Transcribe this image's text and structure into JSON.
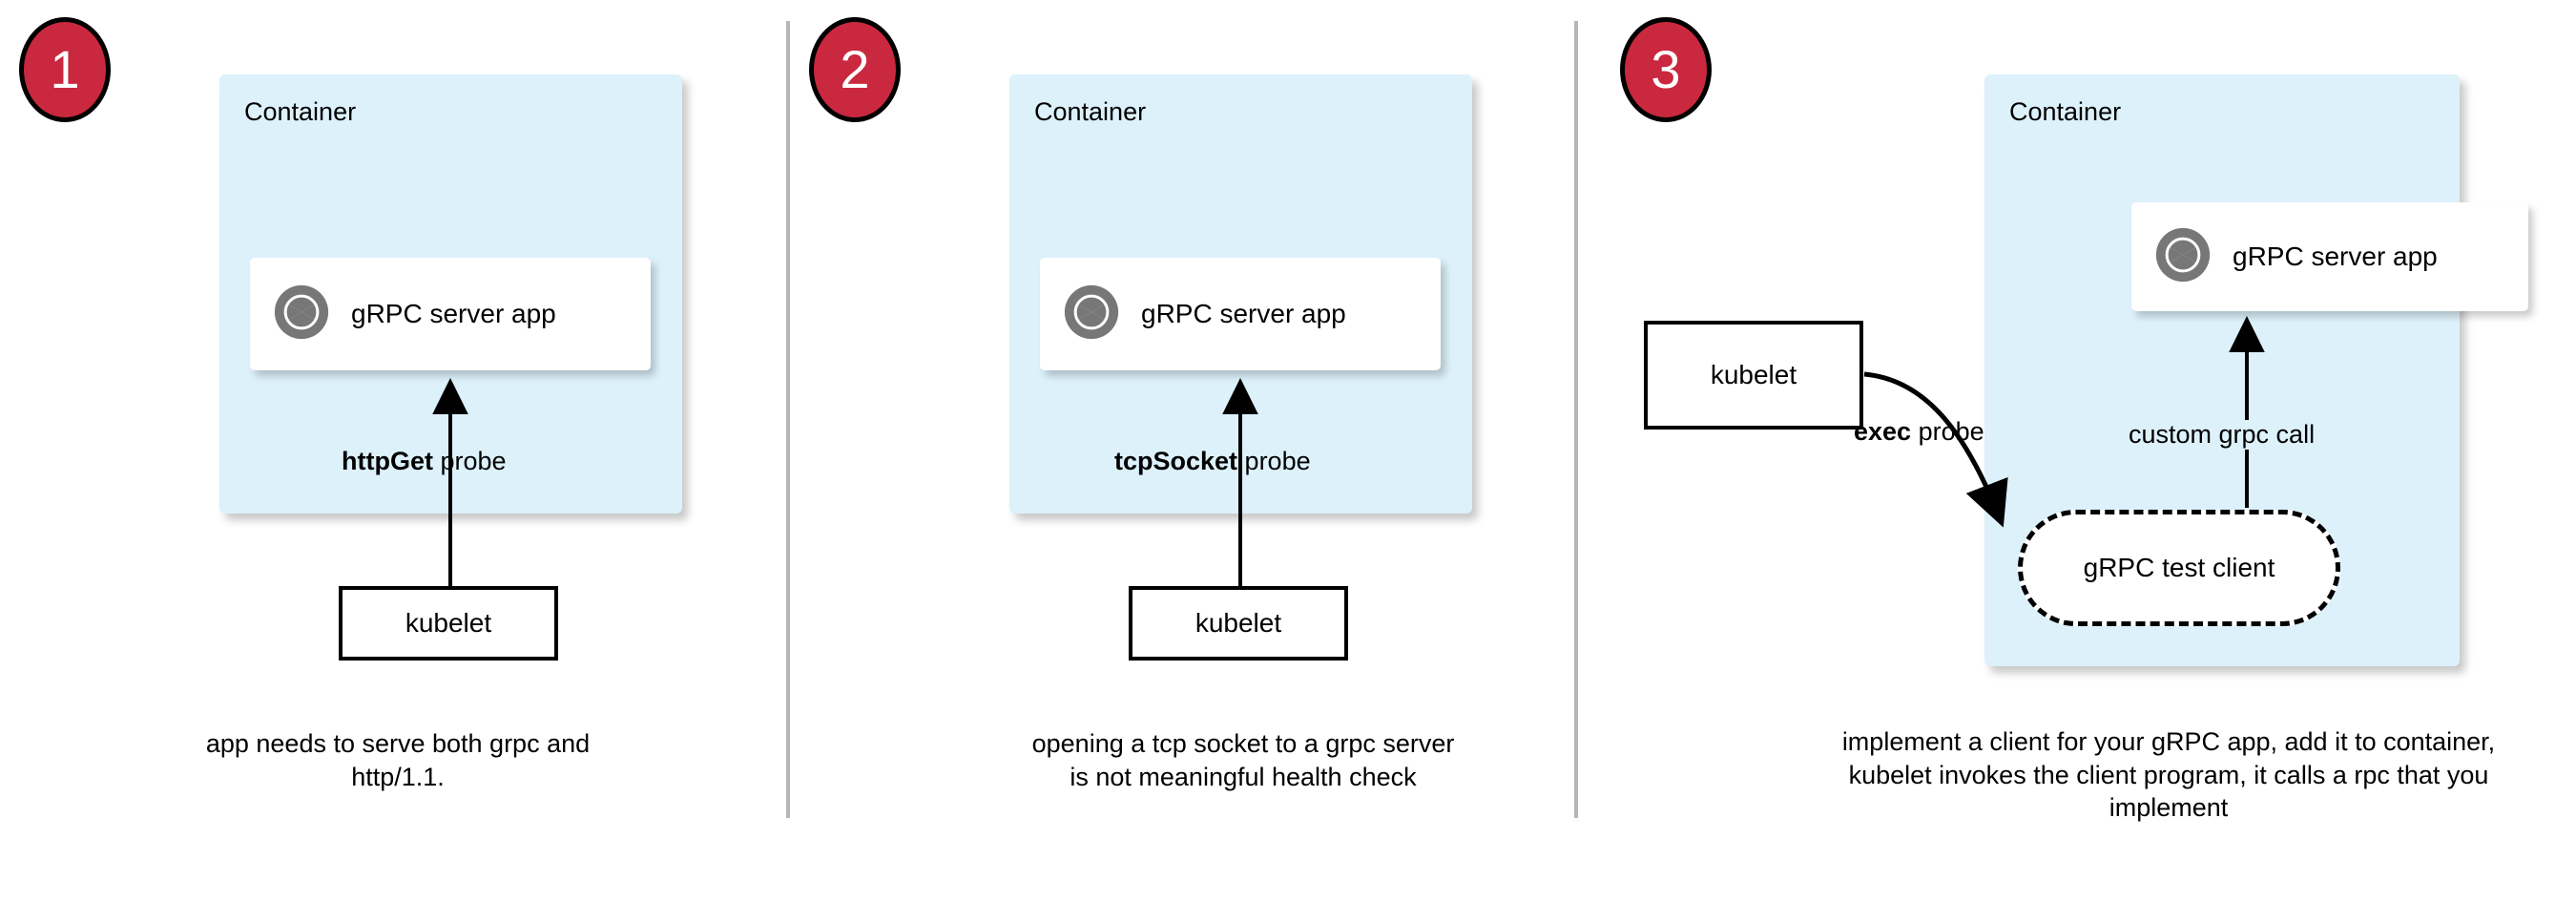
{
  "diagram": {
    "title_alt": "Kubernetes probe options for gRPC services",
    "accent_red": "#c9283e",
    "container_blue": "#ddf1fb",
    "divider_gray": "#b6b6b6",
    "icon_gray": "#777777"
  },
  "panels": [
    {
      "number": "1",
      "container_label": "Container",
      "app_label": "gRPC server app",
      "app_icon": "grpc-aperture-icon",
      "probe_label_bold": "httpGet",
      "probe_label_rest": " probe",
      "kubelet_label": "kubelet",
      "caption": "app needs to serve both grpc and http/1.1."
    },
    {
      "number": "2",
      "container_label": "Container",
      "app_label": "gRPC server app",
      "app_icon": "grpc-aperture-icon",
      "probe_label_bold": "tcpSocket",
      "probe_label_rest": " probe",
      "kubelet_label": "kubelet",
      "caption": "opening a tcp socket to a grpc server is not meaningful health check"
    },
    {
      "number": "3",
      "container_label": "Container",
      "app_label": "gRPC server app",
      "app_icon": "grpc-aperture-icon",
      "probe_label_bold": "exec",
      "probe_label_rest": " probe",
      "kubelet_label": "kubelet",
      "test_client_label": "gRPC test client",
      "call_label": "custom grpc call",
      "caption": "implement a client for your gRPC app, add it to container, kubelet invokes the client program, it calls a rpc that you implement"
    }
  ]
}
